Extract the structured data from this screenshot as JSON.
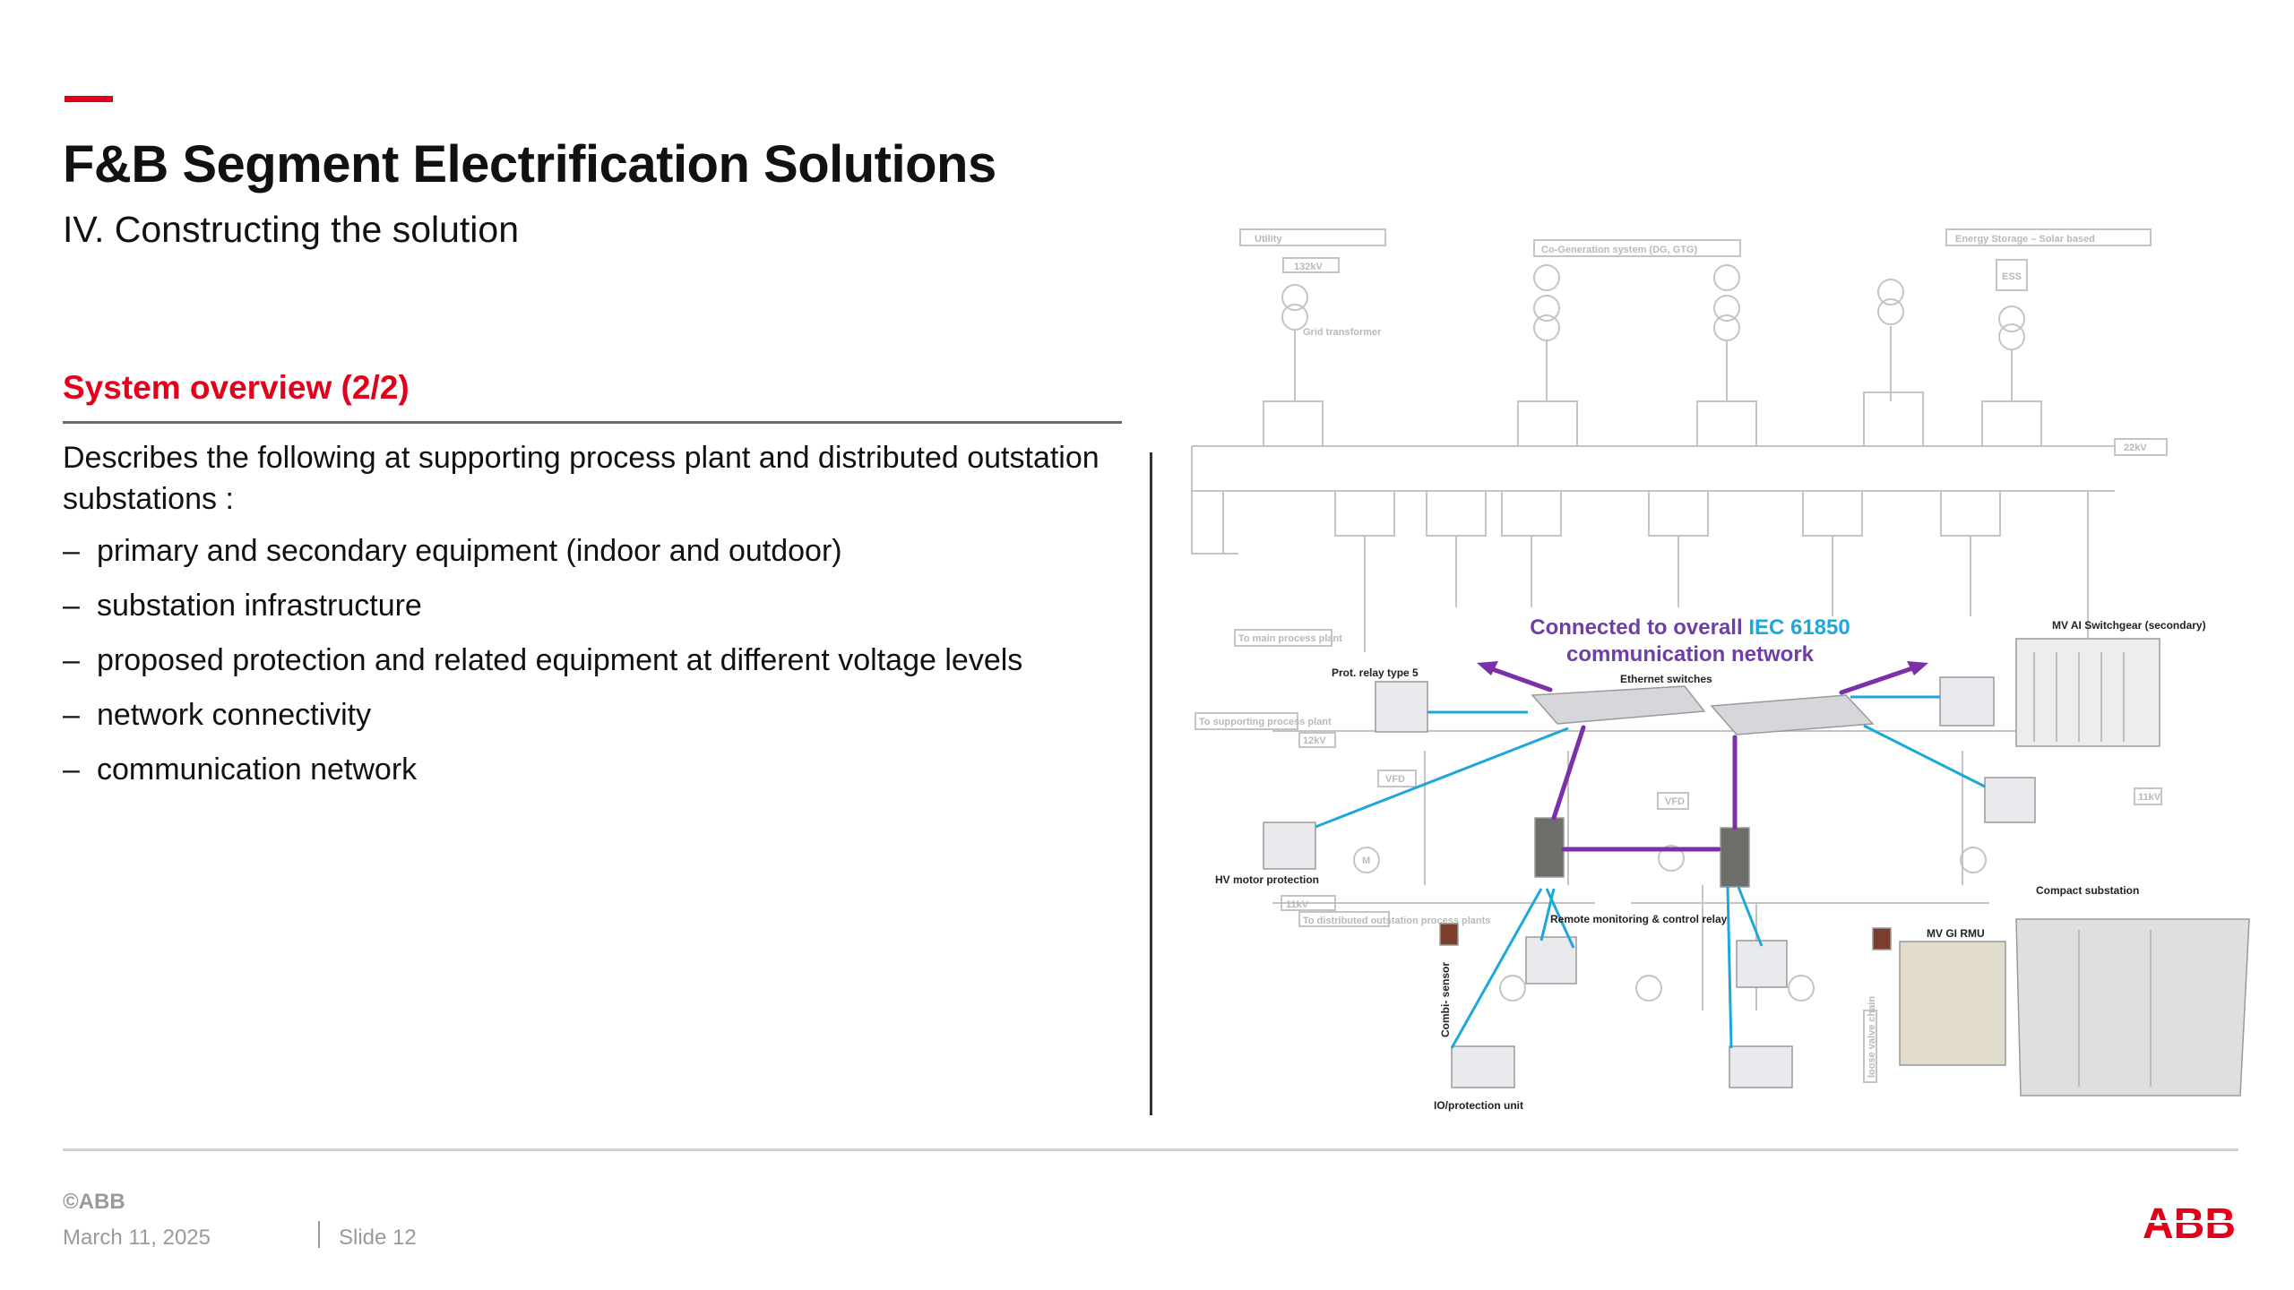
{
  "slide": {
    "title": "F&B Segment Electrification Solutions",
    "subtitle": "IV. Constructing the solution",
    "section_heading": "System overview (2/2)",
    "intro": "Describes the following at supporting process plant and distributed outstation substations :",
    "bullets": [
      "primary and secondary equipment (indoor and outdoor)",
      "substation infrastructure",
      "proposed protection and related equipment at different voltage levels",
      "network connectivity",
      "communication network"
    ],
    "bullet_dash": "–"
  },
  "diagram": {
    "headline_part1": "Connected to overall ",
    "headline_part2": "IEC 61850",
    "headline_line2": "communication network",
    "labels": {
      "utility": "Utility",
      "utility_kv": "132kV",
      "cogen": "Co-Generation system (DG, GTG)",
      "energy_storage": "Energy Storage – Solar based",
      "ess": "ESS",
      "grid_transformer": "Grid transformer",
      "bus_22kv": "22kV",
      "to_main_plant": "To main process plant",
      "to_supporting_plant": "To supporting process plant",
      "kv_12": "12kV",
      "prot_relay": "Prot. relay type 5",
      "ethernet_switches": "Ethernet switches",
      "mv_ai_switchgear": "MV AI Switchgear (secondary)",
      "vfd_1": "VFD",
      "vfd_2": "VFD",
      "motor": "M",
      "hv_motor_protection": "HV motor protection",
      "kv_11_left": "11kV",
      "kv_11_right": "11kV",
      "to_distributed": "To distributed outstation process plants",
      "remote_monitoring": "Remote monitoring & control relay",
      "combi_sensor": "Combi- sensor",
      "io_unit": "IO/protection unit",
      "compact_substation": "Compact substation",
      "mv_gi_rmu": "MV GI RMU",
      "loose_chain": "loose valve chain"
    },
    "colors": {
      "purple": "#7b2fa8",
      "cyan": "#1ea7dc",
      "line_grey": "#b8b8b8",
      "headline_purple": "#6f3ea6",
      "headline_blue": "#1ea7dc"
    }
  },
  "footer": {
    "copyright": "©ABB",
    "date": "March 11, 2025",
    "slide_number": "Slide 12",
    "logo_text": "ABB"
  },
  "colors": {
    "accent_red": "#e2001a",
    "footer_grey": "#9a9a9a"
  }
}
